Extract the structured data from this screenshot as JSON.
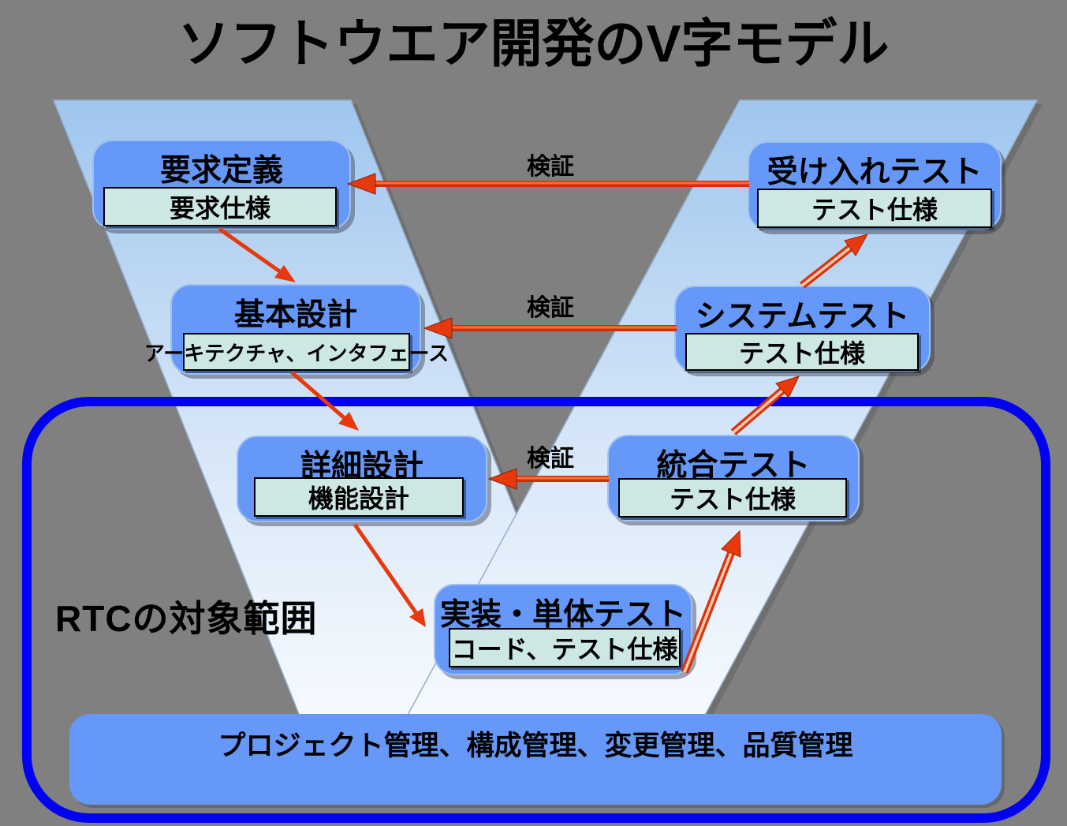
{
  "title": "ソフトウエア開発のV字モデル",
  "boxes": {
    "requirements": {
      "title": "要求定義",
      "artifact": "要求仕様"
    },
    "acceptance_test": {
      "title": "受け入れテスト",
      "artifact": "テスト仕様"
    },
    "basic_design": {
      "title": "基本設計",
      "artifact": "アーキテクチャ、インタフェース"
    },
    "system_test": {
      "title": "システムテスト",
      "artifact": "テスト仕様"
    },
    "detailed_design": {
      "title": "詳細設計",
      "artifact": "機能設計"
    },
    "integration_test": {
      "title": "統合テスト",
      "artifact": "テスト仕様"
    },
    "implementation": {
      "title": "実装・単体テスト",
      "artifact": "コード、テスト仕様"
    }
  },
  "labels": {
    "verification_top": "検証",
    "verification_mid": "検証",
    "verification_low": "検証",
    "rtc_scope": "RTCの対象範囲"
  },
  "bottom_bar": {
    "label": "プロジェクト管理、構成管理、変更管理、品質管理"
  },
  "colors": {
    "background": "#808080",
    "box_fill": "#6598F8",
    "artifact_fill": "#CDE7E3",
    "v_arm_top": "#9FC6EE",
    "v_arm_bottom": "#F6FAFE",
    "rtc_border": "#0000F2",
    "arrow_red": "#E8380D"
  }
}
